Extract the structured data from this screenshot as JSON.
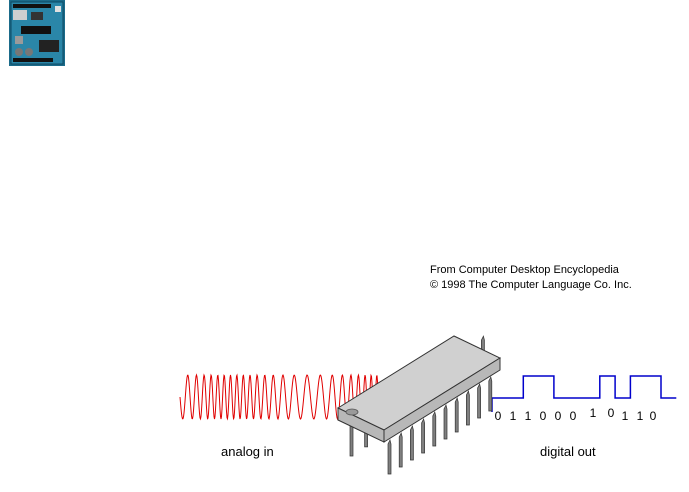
{
  "thumbnail": {
    "icon": "arduino-board-icon"
  },
  "credit": {
    "line1": "From Computer Desktop Encyclopedia",
    "line2": "© 1998 The Computer Language Co. Inc."
  },
  "diagram": {
    "analog_label": "analog in",
    "digital_label": "digital out",
    "bits": [
      "0",
      "1",
      "1",
      "0",
      "0",
      "0",
      "1",
      "0",
      "1",
      "1",
      "0"
    ],
    "colors": {
      "analog": "#e00000",
      "digital": "#0000cc",
      "chip_body": "#b8b8b8",
      "chip_top": "#d0d0d0",
      "pin": "#808080"
    }
  }
}
